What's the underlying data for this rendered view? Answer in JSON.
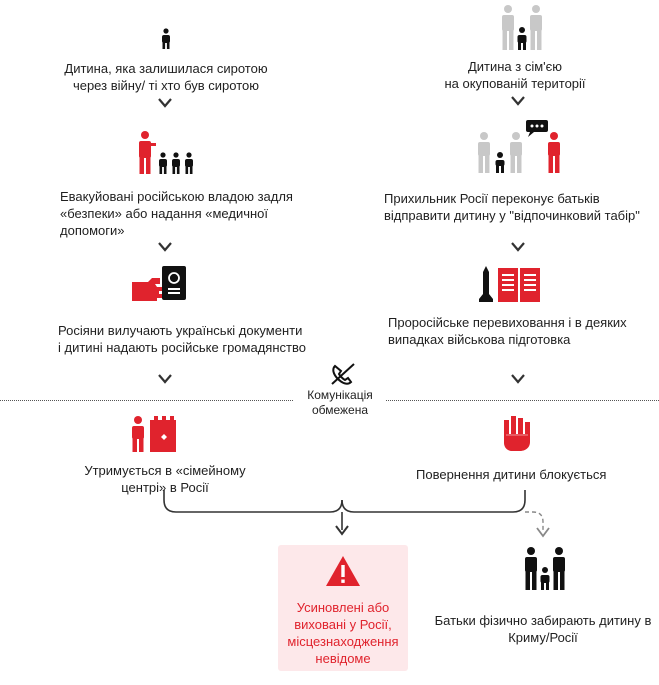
{
  "colors": {
    "red": "#e0232d",
    "black": "#111111",
    "grey": "#c8c8c8",
    "alert_bg": "#fde8ea"
  },
  "left": {
    "step1": {
      "line1": "Дитина, яка залишилася сиротою",
      "line2": "через війну/ ті хто був сиротою",
      "icon": "child-icon"
    },
    "step2": {
      "line1": "Евакуйовані російською владою задля",
      "line2": "«безпеки» або надання «медичної",
      "line3": "допомоги»",
      "icon": "soldier-with-children-icon"
    },
    "step3": {
      "line1": "Росіяни вилучають українські документи",
      "line2": "і дитині надають російське громадянство",
      "icon": "hand-with-passport-icon"
    },
    "step4": {
      "line1": "Утримується в «сімейному",
      "line2": "центрі» в Росії",
      "icon": "person-at-building-icon"
    }
  },
  "right": {
    "step1": {
      "line1": "Дитина з сім'єю",
      "line2": "на окупованій території",
      "icon": "family-icon"
    },
    "step2": {
      "line1": "Прихильник Росії переконує батьків",
      "line2": "відправити дитину у \"відпочинковий табір\"",
      "icon": "persuading-person-icon"
    },
    "step3": {
      "line1": "Проросійське перевиховання і в деяких",
      "line2": "випадках військова підготовка",
      "icon": "missile-and-book-icon"
    },
    "step4": {
      "line1": "Повернення дитини блокується",
      "icon": "stop-hand-icon"
    }
  },
  "communication": {
    "line1": "Комунікація",
    "line2": "обмежена",
    "icon": "no-phone-icon"
  },
  "outcome_adopted": {
    "line1": "Усиновлені або",
    "line2": "виховані у Росії,",
    "line3": "місцезнаходження",
    "line4": "невідоме",
    "icon": "warning-icon"
  },
  "outcome_returned": {
    "line1": "Батьки фізично забирають дитину в",
    "line2": "Криму/Росії",
    "icon": "family-reunited-icon"
  }
}
